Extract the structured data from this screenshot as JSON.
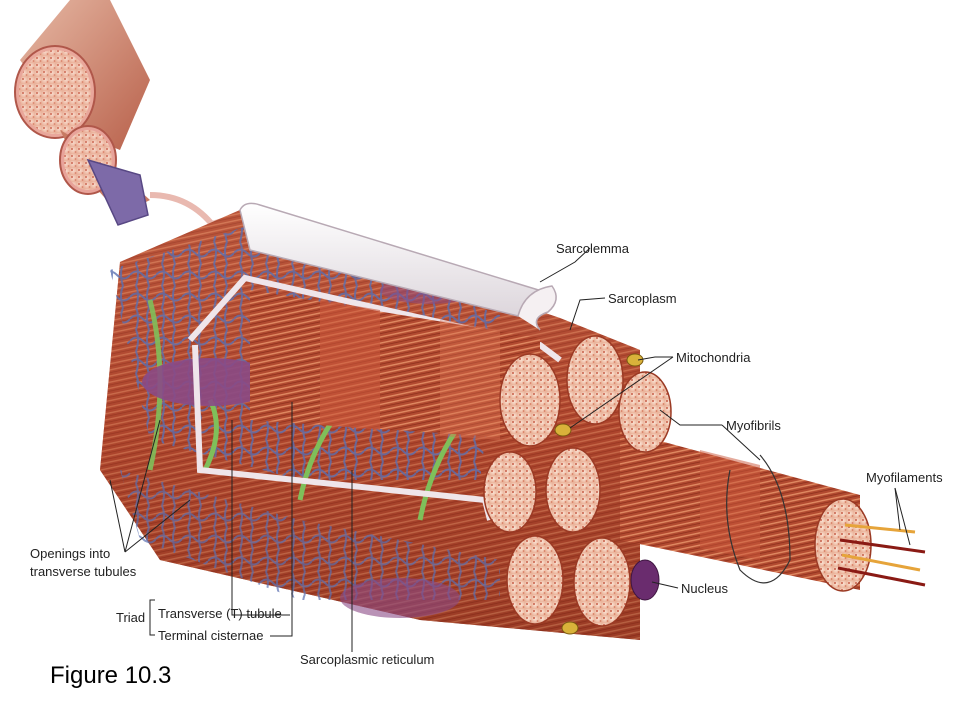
{
  "labels": {
    "sarcolemma": "Sarcolemma",
    "sarcoplasm": "Sarcoplasm",
    "mitochondria": "Mitochondria",
    "myofibrils": "Myofibrils",
    "myofilaments": "Myofilaments",
    "nucleus": "Nucleus",
    "openings_line1": "Openings into",
    "openings_line2": "transverse tubules",
    "triad": "Triad",
    "t_tubule": "Transverse  (T) tubule",
    "terminal_cisternae": "Terminal cisternae",
    "sarcoplasmic_reticulum": "Sarcoplasmic reticulum"
  },
  "caption": "Figure 10.3",
  "colors": {
    "muscle": "#b5492f",
    "muscle_dark": "#7f2a18",
    "fibril_end": "#f4c9b2",
    "reticulum": "#5a6fb0",
    "t_tubule": "#7fbf5a",
    "nucleus": "#7a3c78",
    "membrane": "#f1eef0"
  }
}
